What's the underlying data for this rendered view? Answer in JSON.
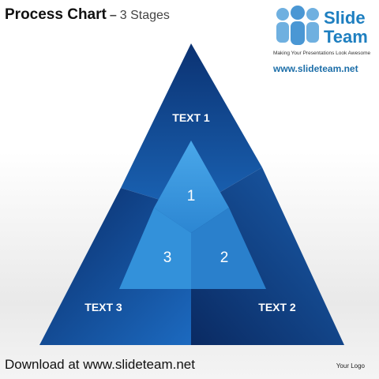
{
  "header": {
    "title": "Process Chart",
    "dash": "–",
    "subtitle": "3 Stages"
  },
  "brand": {
    "name_line1": "Slide",
    "name_line2": "Team",
    "tagline": "Making Your Presentations Look Awesome",
    "url": "www.slideteam.net"
  },
  "diagram": {
    "outer_labels": [
      "TEXT 1",
      "TEXT 2",
      "TEXT 3"
    ],
    "stage_numbers": [
      "1",
      "2",
      "3"
    ]
  },
  "footer": {
    "download_text": "Download at www.slideteam.net",
    "logo_placeholder": "Your Logo"
  },
  "colors": {
    "outer_dark": "#0a2f6e",
    "outer_mid": "#1557a6",
    "inner_light": "#3a9be0",
    "brand_blue": "#1e7fc0"
  }
}
